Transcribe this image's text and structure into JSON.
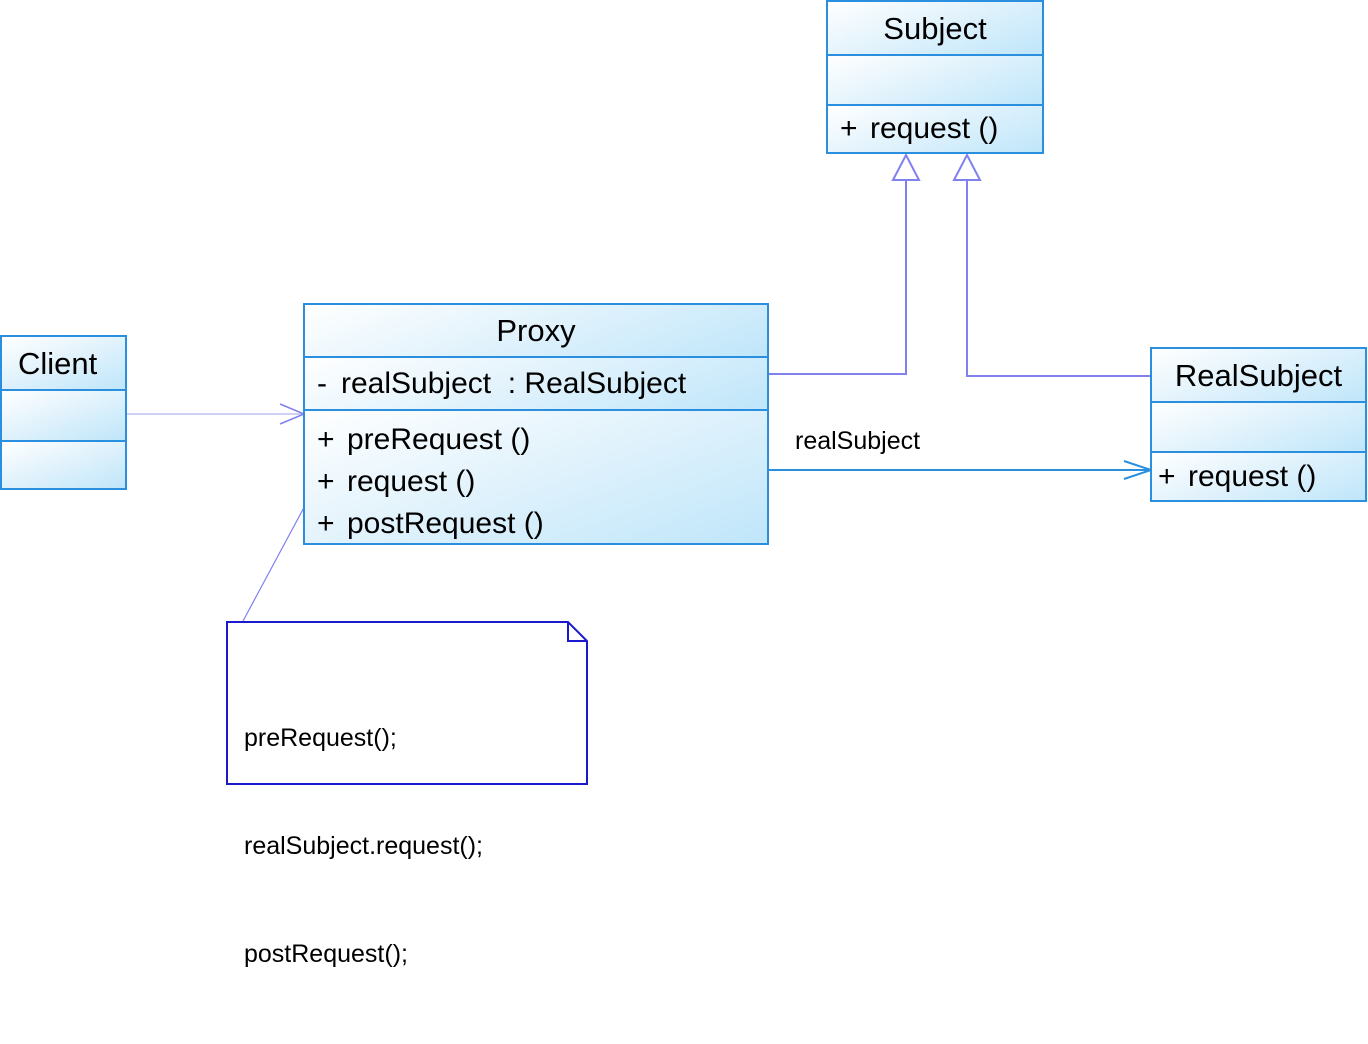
{
  "classes": {
    "subject": {
      "name": "Subject",
      "operations": [
        {
          "visibility": "+",
          "signature": "request ()"
        }
      ]
    },
    "client": {
      "name": "Client"
    },
    "proxy": {
      "name": "Proxy",
      "attributes": [
        {
          "visibility": "-",
          "signature": "realSubject  : RealSubject"
        }
      ],
      "operations": [
        {
          "visibility": "+",
          "signature": "preRequest ()"
        },
        {
          "visibility": "+",
          "signature": "request ()"
        },
        {
          "visibility": "+",
          "signature": "postRequest ()"
        }
      ]
    },
    "real_subject": {
      "name": "RealSubject",
      "operations": [
        {
          "visibility": "+",
          "signature": "request ()"
        }
      ]
    }
  },
  "association": {
    "label": "realSubject"
  },
  "note": {
    "lines": [
      "preRequest();",
      "realSubject.request();",
      "postRequest();"
    ]
  },
  "colors": {
    "border": "#2b8fe0",
    "fill": "#bfe6fa",
    "connector": "#8080ee",
    "assoc": "#2b8fe0",
    "note_border": "#1a1acc"
  }
}
